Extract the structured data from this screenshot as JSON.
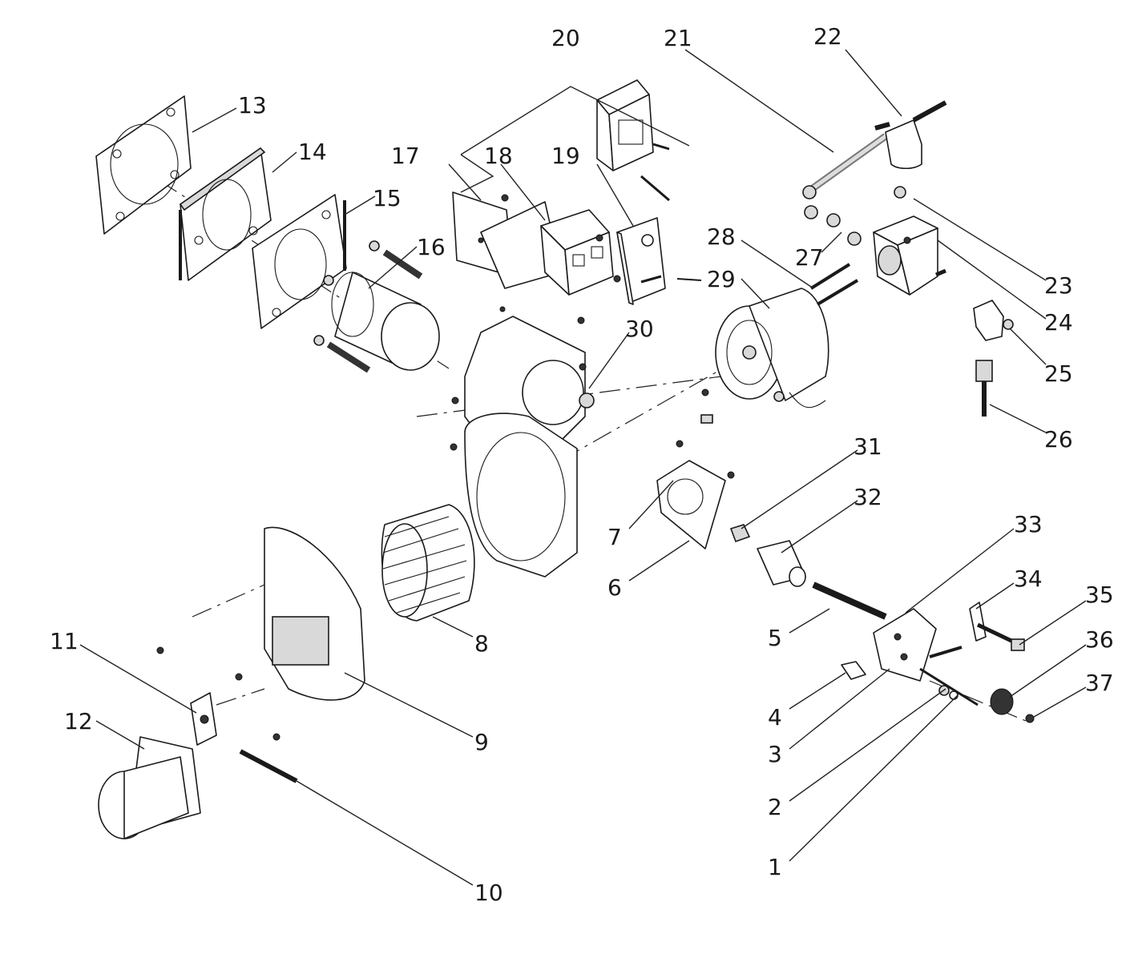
{
  "callouts": [
    {
      "id": "c1",
      "text": "1"
    },
    {
      "id": "c2",
      "text": "2"
    },
    {
      "id": "c3",
      "text": "3"
    },
    {
      "id": "c4",
      "text": "4"
    },
    {
      "id": "c5",
      "text": "5"
    },
    {
      "id": "c6",
      "text": "6"
    },
    {
      "id": "c7",
      "text": "7"
    },
    {
      "id": "c8",
      "text": "8"
    },
    {
      "id": "c9",
      "text": "9"
    },
    {
      "id": "c10",
      "text": "10"
    },
    {
      "id": "c11",
      "text": "11"
    },
    {
      "id": "c12",
      "text": "12"
    },
    {
      "id": "c13",
      "text": "13"
    },
    {
      "id": "c14",
      "text": "14"
    },
    {
      "id": "c15",
      "text": "15"
    },
    {
      "id": "c16",
      "text": "16"
    },
    {
      "id": "c17",
      "text": "17"
    },
    {
      "id": "c18",
      "text": "18"
    },
    {
      "id": "c19",
      "text": "19"
    },
    {
      "id": "c20",
      "text": "20"
    },
    {
      "id": "c21",
      "text": "21"
    },
    {
      "id": "c22",
      "text": "22"
    },
    {
      "id": "c23",
      "text": "23"
    },
    {
      "id": "c24",
      "text": "24"
    },
    {
      "id": "c25",
      "text": "25"
    },
    {
      "id": "c26",
      "text": "26"
    },
    {
      "id": "c27",
      "text": "27"
    },
    {
      "id": "c28",
      "text": "28"
    },
    {
      "id": "c29",
      "text": "29"
    },
    {
      "id": "c30",
      "text": "30"
    },
    {
      "id": "c31",
      "text": "31"
    },
    {
      "id": "c32",
      "text": "32"
    },
    {
      "id": "c33",
      "text": "33"
    },
    {
      "id": "c34",
      "text": "34"
    },
    {
      "id": "c35",
      "text": "35"
    },
    {
      "id": "c36",
      "text": "36"
    },
    {
      "id": "c37",
      "text": "37"
    }
  ]
}
